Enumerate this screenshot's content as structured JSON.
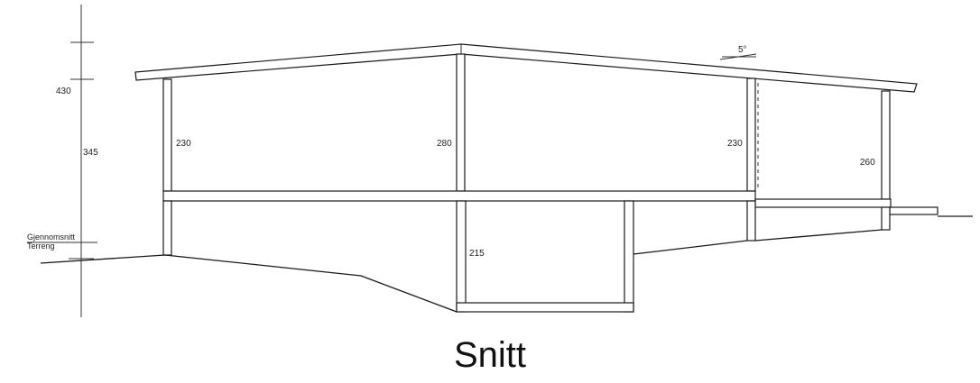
{
  "caption": "Snitt",
  "dimensions": {
    "total_height": "430",
    "wall_height": "345",
    "left_wall": "230",
    "center_wall": "280",
    "right_inner_wall": "230",
    "right_outer_wall": "260",
    "basement": "215"
  },
  "roof_pitch": "5°",
  "terrain_label_line1": "Gjennomsnitt",
  "terrain_label_line2": "Terreng"
}
